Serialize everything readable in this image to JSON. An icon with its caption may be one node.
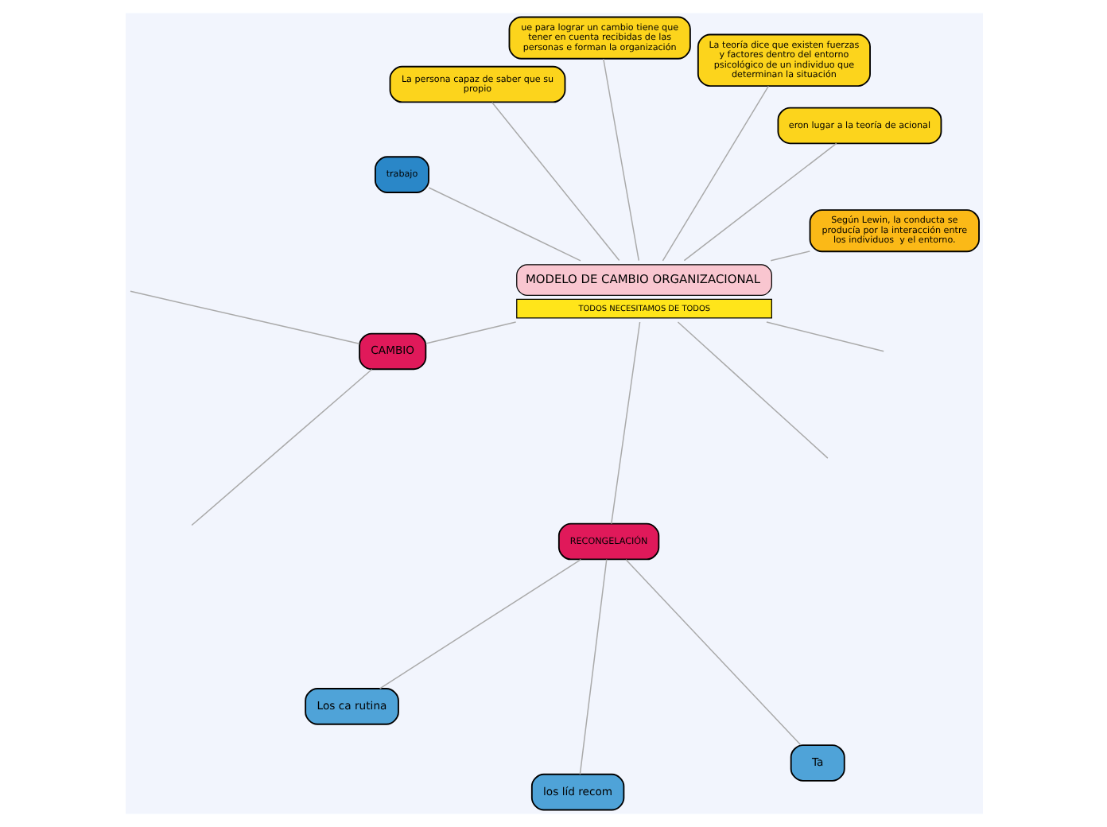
{
  "diagram": {
    "nodes": [
      {
        "text": [
          "MODELO DE CAMBIO ORGANIZACIONAL"
        ],
        "beside": [
          "TODOS NECESITAMOS DE TODOS"
        ]
      },
      {
        "text": [
          "Según Lewin, la conducta se producía por la interacción entre los individuos  y el entorno."
        ]
      },
      {
        "text": [
          "eron lugar a la teoría de acional"
        ]
      },
      {
        "text": [
          "La teoría dice que existen fuerzas y factores dentro del entorno psicológico de un individuo que determinan la situación"
        ]
      },
      {
        "text": [
          "ue para lograr un cambio tiene que tener en cuenta recibidas de las personas e forman la organización"
        ]
      },
      {
        "text": [
          "La persona capaz de saber que su propio"
        ]
      },
      {
        "text": [
          "trabajo"
        ]
      },
      {
        "text": [
          "CAMBIO"
        ]
      },
      {
        "text": [
          "RECONGELACIÓN"
        ]
      },
      {
        "text": [
          "Los ca rutina"
        ]
      },
      {
        "text": [
          "los líd recom"
        ]
      },
      {
        "text": [
          "Ta"
        ]
      }
    ],
    "edges": [
      {
        "from": 0,
        "to": null,
        "arrow": "none"
      },
      {
        "from": 0,
        "to": null,
        "arrow": "none"
      },
      {
        "from": 0,
        "to": 6,
        "arrow": "none"
      },
      {
        "from": 0,
        "to": 1,
        "arrow": "none"
      },
      {
        "from": 0,
        "to": 2,
        "arrow": "none"
      },
      {
        "from": 0,
        "to": 7,
        "arrow": "none"
      },
      {
        "from": 0,
        "to": 3,
        "arrow": "none"
      },
      {
        "from": 0,
        "to": 4,
        "arrow": "none"
      },
      {
        "from": 0,
        "to": 8,
        "arrow": "none"
      },
      {
        "from": 0,
        "to": 5,
        "arrow": "none"
      },
      {
        "from": 7,
        "to": null,
        "arrow": "none"
      },
      {
        "from": 7,
        "to": null,
        "arrow": "none"
      },
      {
        "from": 8,
        "to": 9,
        "arrow": "none"
      },
      {
        "from": 8,
        "to": 10,
        "arrow": "none"
      },
      {
        "from": 8,
        "to": 11,
        "arrow": "none"
      }
    ]
  }
}
